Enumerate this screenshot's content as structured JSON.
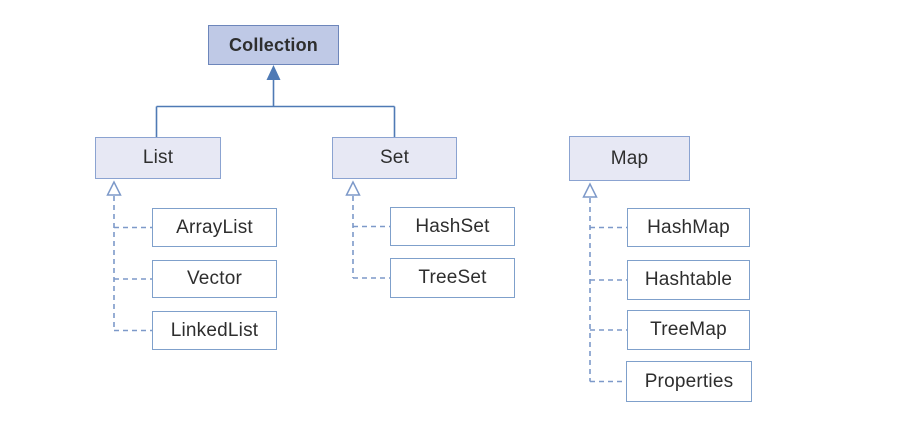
{
  "colors": {
    "root_fill": "#bfc9e6",
    "root_border": "#6d86bb",
    "interface_fill": "#e7e8f4",
    "interface_border": "#8ba3d1",
    "class_fill": "#ffffff",
    "class_border": "#7fa0cb",
    "solid_line": "#4f7ab5",
    "dashed_line": "#7d99c9",
    "text": "#2e2e2e"
  },
  "nodes": {
    "collection": {
      "label": "Collection"
    },
    "list": {
      "label": "List"
    },
    "set": {
      "label": "Set"
    },
    "map": {
      "label": "Map"
    },
    "list_children": [
      {
        "label": "ArrayList"
      },
      {
        "label": "Vector"
      },
      {
        "label": "LinkedList"
      }
    ],
    "set_children": [
      {
        "label": "HashSet"
      },
      {
        "label": "TreeSet"
      }
    ],
    "map_children": [
      {
        "label": "HashMap"
      },
      {
        "label": "Hashtable"
      },
      {
        "label": "TreeMap"
      },
      {
        "label": "Properties"
      }
    ]
  }
}
